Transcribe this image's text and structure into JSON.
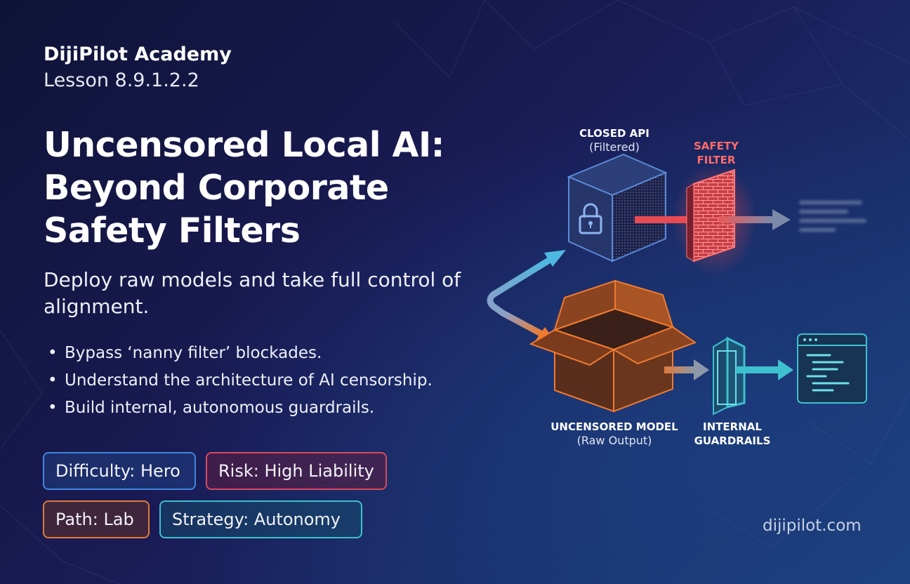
{
  "brand": {
    "name": "DijiPilot Academy",
    "lesson": "Lesson 8.9.1.2.2"
  },
  "title": {
    "line1": "Uncensored Local AI:",
    "line2": "Beyond Corporate",
    "line3": "Safety Filters"
  },
  "subtitle": "Deploy raw models and take full control of alignment.",
  "bullets": [
    "Bypass ‘nanny filter’ blockades.",
    "Understand the architecture of AI censorship.",
    "Build internal, autonomous guardrails."
  ],
  "tags": {
    "difficulty": "Difficulty: Hero",
    "risk": "Risk: High Liability",
    "path": "Path: Lab",
    "strategy": "Strategy: Autonomy"
  },
  "diagram": {
    "closed_api": {
      "title": "CLOSED API",
      "subtitle": "(Filtered)"
    },
    "safety_filter": {
      "line1": "SAFETY",
      "line2": "FILTER"
    },
    "uncensored_model": {
      "title": "UNCENSORED MODEL",
      "subtitle": "(Raw Output)"
    },
    "internal_guardrails": {
      "line1": "INTERNAL",
      "line2": "GUARDRAILS"
    }
  },
  "site": "dijipilot.com",
  "colors": {
    "accent_blue": "#3f86e0",
    "accent_red": "#d84a5e",
    "accent_orange": "#e07a3c",
    "accent_cyan": "#3ec0cf"
  },
  "icons": [
    "lock-icon",
    "brick-wall-icon",
    "open-box-icon",
    "gate-frame-icon",
    "terminal-window-icon",
    "arrow-right-icon"
  ]
}
